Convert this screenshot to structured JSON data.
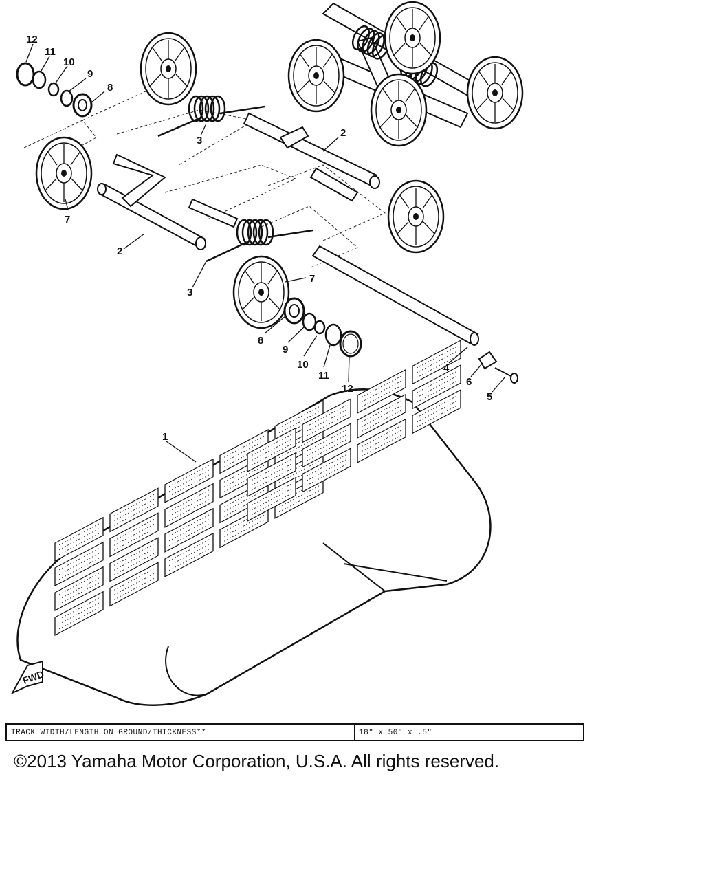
{
  "callouts": {
    "n1": "1",
    "n2a": "2",
    "n2b": "2",
    "n3a": "3",
    "n3b": "3",
    "n4": "4",
    "n5": "5",
    "n6": "6",
    "n7a": "7",
    "n7b": "7",
    "n8a": "8",
    "n8b": "8",
    "n9a": "9",
    "n9b": "9",
    "n10a": "10",
    "n10b": "10",
    "n11a": "11",
    "n11b": "11",
    "n12a": "12",
    "n12b": "12"
  },
  "fwd_badge": "FWD",
  "spec_table": {
    "label": "TRACK WIDTH/LENGTH ON GROUND/THICKNESS**",
    "value": "18\" x 50\" x .5\""
  },
  "copyright": "©2013 Yamaha Motor Corporation, U.S.A. All rights reserved."
}
